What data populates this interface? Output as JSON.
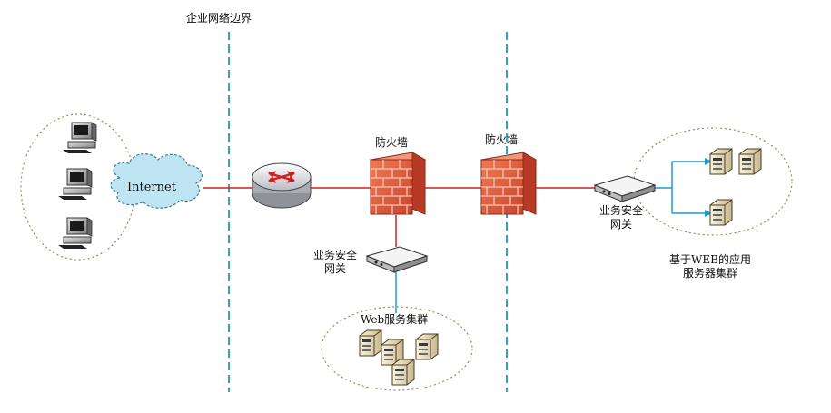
{
  "boundary_label": "企业网络边界",
  "cloud_label": "Internet",
  "firewall_left_label": "防火墙",
  "firewall_right_label": "防火墙",
  "gateway_bottom_label": [
    "业务安全",
    "网关"
  ],
  "gateway_right_label": [
    "业务安全",
    "网关"
  ],
  "web_cluster_label": "Web服务集群",
  "app_cluster_label": [
    "基于WEB的应用",
    "服务器集群"
  ],
  "colors": {
    "link_red": "#d21e1e",
    "link_blue": "#1f9bd0",
    "boundary": "#2aa7b8",
    "firewall": "#d8593a",
    "ellipse": "#9a8a5a"
  }
}
